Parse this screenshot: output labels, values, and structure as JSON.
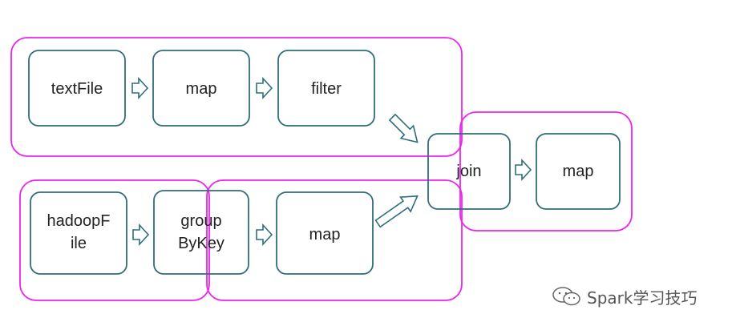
{
  "nodes": {
    "textfile": [
      "textFile"
    ],
    "map1": [
      "map"
    ],
    "filter": [
      "filter"
    ],
    "hadoopfile": [
      "hadoopF",
      "ile"
    ],
    "groupbykey": [
      "group",
      "ByKey"
    ],
    "map2": [
      "map"
    ],
    "join": [
      "join"
    ],
    "map3": [
      "map"
    ]
  },
  "watermark": {
    "text": "Spark学习技巧",
    "icon": "wechat-icon"
  },
  "colors": {
    "stage_border": "#ee22ee",
    "node_border": "#2e6e7a",
    "arrow_stroke": "#2e6e7a"
  }
}
